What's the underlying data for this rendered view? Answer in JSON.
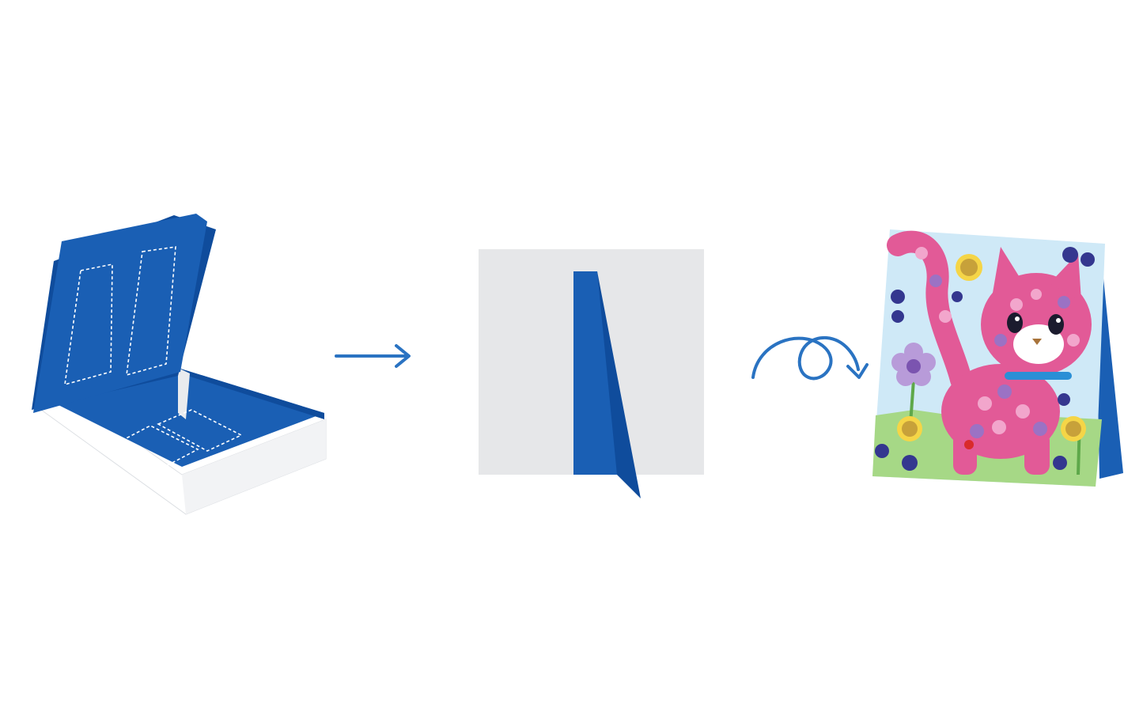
{
  "colors": {
    "background": "#ffffff",
    "box_blue": "#1a5fb4",
    "box_blue_dark": "#0f4c9c",
    "box_white": "#ffffff",
    "box_side_gray": "#e9ebee",
    "card_gray": "#e6e7e9",
    "arrow_blue": "#2a73c2",
    "sky": "#cfe9f7",
    "grass": "#a6d886",
    "cat_pink": "#e25a97",
    "dot_purple": "#9b72c4",
    "dot_navy": "#34378f",
    "dot_gold": "#c7a13a"
  },
  "diagram": {
    "steps": [
      {
        "id": "box",
        "icon": "open-box-with-dashed-cut-lines"
      },
      {
        "id": "fold",
        "icon": "gray-board-with-blue-fold-stand"
      },
      {
        "id": "card",
        "icon": "standing-cat-sticker-card"
      }
    ],
    "connectors": [
      {
        "id": "arrow-1",
        "icon": "straight-arrow-right"
      },
      {
        "id": "arrow-2",
        "icon": "loop-arrow-right"
      }
    ]
  }
}
